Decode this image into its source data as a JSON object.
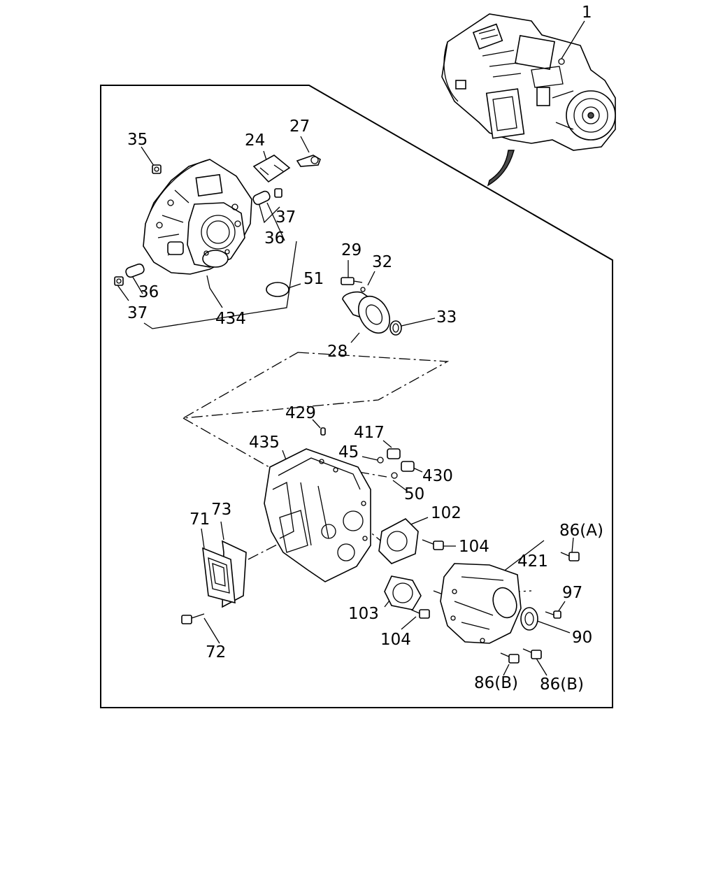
{
  "callouts": {
    "c1": "1",
    "c24": "24",
    "c27": "27",
    "c35": "35",
    "c37a": "37",
    "c36a": "36",
    "c36b": "36",
    "c37b": "37",
    "c434": "434",
    "c51": "51",
    "c29": "29",
    "c32": "32",
    "c33": "33",
    "c28": "28",
    "c429": "429",
    "c417": "417",
    "c435": "435",
    "c45": "45",
    "c430": "430",
    "c50": "50",
    "c73": "73",
    "c71": "71",
    "c102": "102",
    "c104a": "104",
    "c86a": "86(A)",
    "c421": "421",
    "c97": "97",
    "c90": "90",
    "c103": "103",
    "c104b": "104",
    "c72": "72",
    "c86b1": "86(B)",
    "c86b2": "86(B)"
  }
}
